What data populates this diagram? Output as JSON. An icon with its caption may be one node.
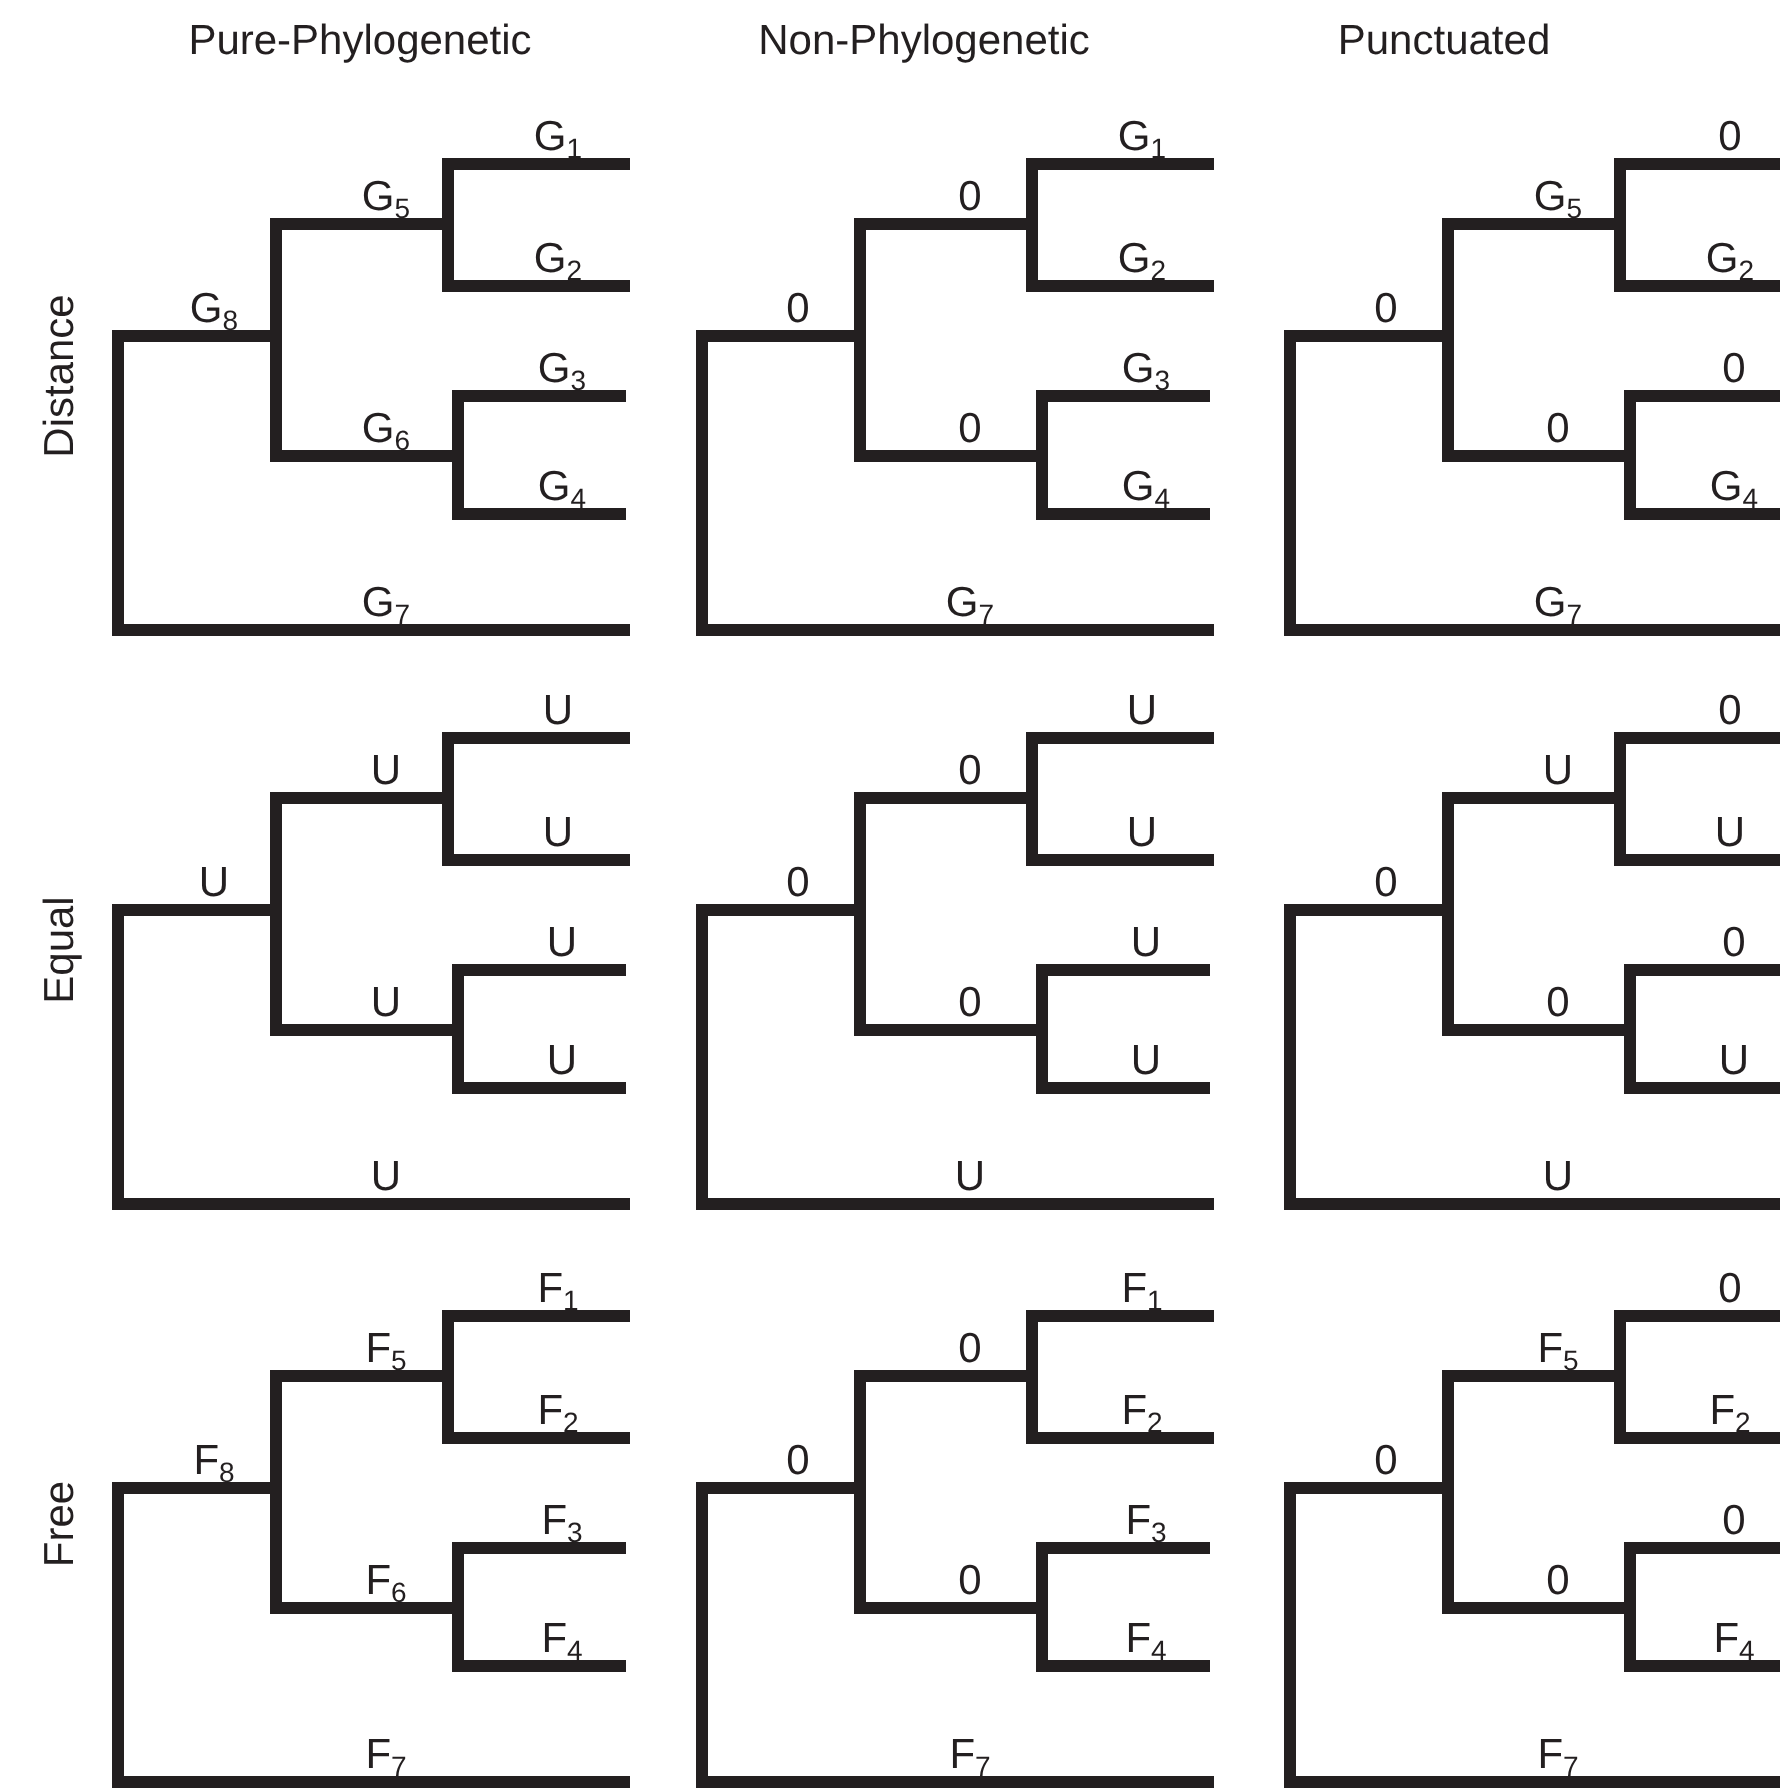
{
  "diagram": {
    "labels": [
      "Pure-Phylogenetic",
      "Non-Phylogenetic",
      "Punctuated",
      "Distance",
      "Equal",
      "Free",
      "G$_{1}$",
      "G$_{2}$",
      "G$_{3}$",
      "G$_{4}$",
      "G$_{5}$",
      "G$_{6}$",
      "G$_{7}$",
      "G$_{8}$",
      "G$_{1}$",
      "G$_{2}$",
      "G$_{3}$",
      "G$_{4}$",
      "0",
      "0",
      "G$_{7}$",
      "0",
      "0",
      "G$_{2}$",
      "0",
      "G$_{4}$",
      "G$_{5}$",
      "0",
      "G$_{7}$",
      "0",
      "U",
      "U",
      "U",
      "U",
      "U",
      "U",
      "U",
      "U",
      "U",
      "U",
      "U",
      "U",
      "0",
      "0",
      "U",
      "0",
      "0",
      "U",
      "0",
      "U",
      "U",
      "0",
      "U",
      "0",
      "F$_{1}$",
      "F$_{2}$",
      "F$_{3}$",
      "F$_{4}$",
      "F$_{5}$",
      "F$_{6}$",
      "F$_{7}$",
      "F$_{8}$",
      "F$_{1}$",
      "F$_{2}$",
      "F$_{3}$",
      "F$_{4}$",
      "0",
      "0",
      "F$_{7}$",
      "0",
      "0",
      "F$_{2}$",
      "0",
      "F$_{4}$",
      "F$_{5}$",
      "0",
      "F$_{7}$",
      "0"
    ]
  }
}
